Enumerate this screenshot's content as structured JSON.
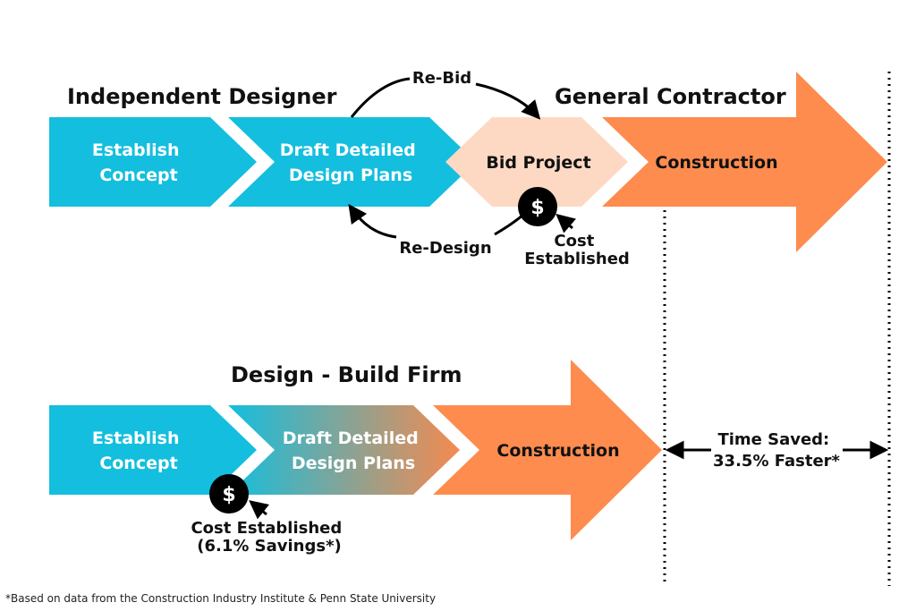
{
  "colors": {
    "teal": "#14bede",
    "peach": "#fdd9c4",
    "orange": "#fd8c4e",
    "black": "#000000",
    "white": "#ffffff"
  },
  "traditional": {
    "designer_heading": "Independent Designer",
    "contractor_heading": "General Contractor",
    "steps": {
      "establish_concept": [
        "Establish",
        "Concept"
      ],
      "draft_plans": [
        "Draft Detailed",
        "Design Plans"
      ],
      "bid_project": "Bid Project",
      "construction": "Construction"
    },
    "rebid_label": "Re-Bid",
    "redesign_label": "Re-Design",
    "cost_icon": "dollar-icon",
    "cost_icon_text": "$",
    "cost_label": [
      "Cost",
      "Established"
    ]
  },
  "design_build": {
    "heading": "Design - Build Firm",
    "steps": {
      "establish_concept": [
        "Establish",
        "Concept"
      ],
      "draft_plans": [
        "Draft Detailed",
        "Design Plans"
      ],
      "construction": "Construction"
    },
    "cost_icon": "dollar-icon",
    "cost_icon_text": "$",
    "cost_label": [
      "Cost Established",
      "(6.1% Savings*)"
    ]
  },
  "time_saved": [
    "Time Saved:",
    "33.5% Faster*"
  ],
  "footnote": "*Based on data from the Construction Industry Institute & Penn State University"
}
